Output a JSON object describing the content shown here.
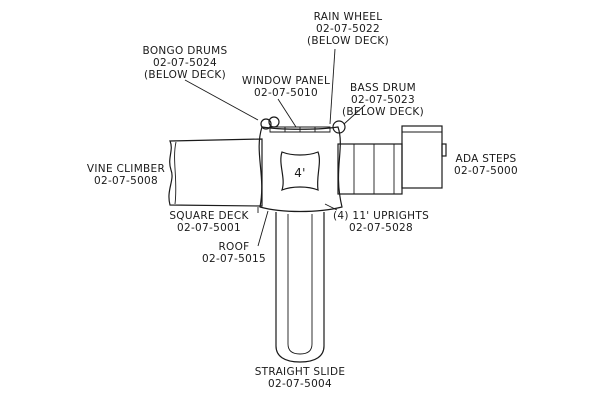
{
  "diagram": {
    "deck_size": "4'",
    "labels": {
      "rain_wheel": {
        "name": "RAIN WHEEL",
        "part": "02-07-5022",
        "note": "(BELOW DECK)"
      },
      "bongo_drums": {
        "name": "BONGO DRUMS",
        "part": "02-07-5024",
        "note": "(BELOW DECK)"
      },
      "window_panel": {
        "name": "WINDOW PANEL",
        "part": "02-07-5010"
      },
      "bass_drum": {
        "name": "BASS DRUM",
        "part": "02-07-5023",
        "note": "(BELOW DECK)"
      },
      "vine_climber": {
        "name": "VINE CLIMBER",
        "part": "02-07-5008"
      },
      "ada_steps": {
        "name": "ADA STEPS",
        "part": "02-07-5000"
      },
      "square_deck": {
        "name": "SQUARE DECK",
        "part": "02-07-5001"
      },
      "uprights": {
        "name": "(4) 11' UPRIGHTS",
        "part": "02-07-5028"
      },
      "roof": {
        "name": "ROOF",
        "part": "02-07-5015"
      },
      "straight_slide": {
        "name": "STRAIGHT SLIDE",
        "part": "02-07-5004"
      }
    }
  }
}
